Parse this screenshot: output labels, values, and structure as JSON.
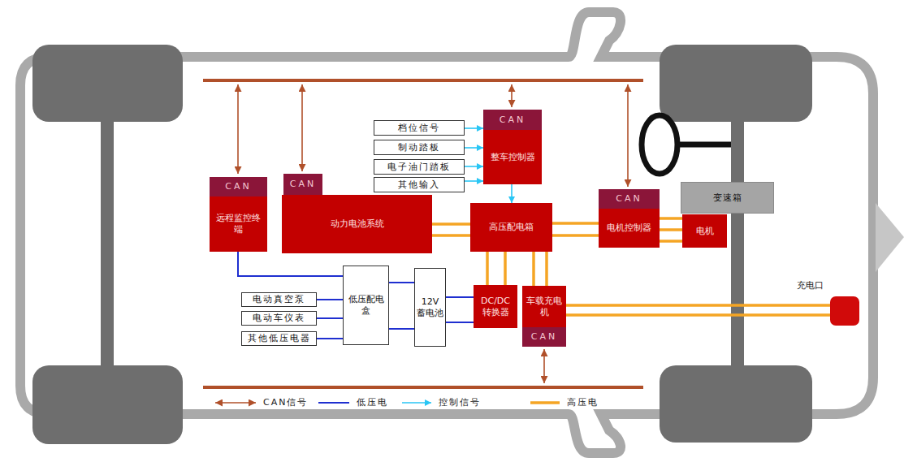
{
  "diagram": {
    "nodes": [
      {
        "text": [
          "档位信号"
        ]
      },
      {
        "text": [
          "制动踏板"
        ]
      },
      {
        "text": [
          "电子油门踏板"
        ]
      },
      {
        "text": [
          "其他输入"
        ]
      },
      {
        "text": [
          "CAN",
          "整车控制器"
        ]
      },
      {
        "text": [
          "CAN",
          "远程监控终端"
        ]
      },
      {
        "text": [
          "CAN",
          "动力电池系统"
        ]
      },
      {
        "text": [
          "CAN",
          "电机控制器"
        ]
      },
      {
        "text": [
          "变速箱"
        ]
      },
      {
        "text": [
          "高压配电箱"
        ]
      },
      {
        "text": [
          "电机"
        ]
      },
      {
        "text": [
          "充电口"
        ]
      },
      {
        "text": [
          "低压配电盒"
        ]
      },
      {
        "text": [
          "12V 蓄电池"
        ]
      },
      {
        "text": [
          "DC/DC 转换器"
        ]
      },
      {
        "text": [
          "车载充电机",
          "CAN"
        ]
      },
      {
        "text": [
          "电动真空泵"
        ]
      },
      {
        "text": [
          "电动车仪表"
        ]
      },
      {
        "text": [
          "其他低压电器"
        ]
      }
    ],
    "edges": [
      {
        "from": 0,
        "to": 4,
        "arrow": "to"
      },
      {
        "from": 1,
        "to": 4,
        "arrow": "to"
      },
      {
        "from": 2,
        "to": 4,
        "arrow": "to"
      },
      {
        "from": 3,
        "to": 4,
        "arrow": "to"
      },
      {
        "from": 4,
        "to": 9,
        "arrow": "to"
      },
      {
        "from": 6,
        "to": 9,
        "arrow": "none"
      },
      {
        "from": 6,
        "to": 9,
        "arrow": "none"
      },
      {
        "from": 9,
        "to": 7,
        "arrow": "none"
      },
      {
        "from": 9,
        "to": 7,
        "arrow": "none"
      },
      {
        "from": 7,
        "to": 10,
        "arrow": "none"
      },
      {
        "from": 7,
        "to": 10,
        "arrow": "none"
      },
      {
        "from": 7,
        "to": 10,
        "arrow": "none"
      },
      {
        "from": 9,
        "to": 14,
        "arrow": "none"
      },
      {
        "from": 9,
        "to": 14,
        "arrow": "none"
      },
      {
        "from": 9,
        "to": 15,
        "arrow": "none"
      },
      {
        "from": 9,
        "to": 15,
        "arrow": "none"
      },
      {
        "from": 15,
        "to": 11,
        "arrow": "none"
      },
      {
        "from": 15,
        "to": 11,
        "arrow": "none"
      },
      {
        "from": 5,
        "to": 12,
        "arrow": "none"
      },
      {
        "from": 16,
        "to": 12,
        "arrow": "none"
      },
      {
        "from": 17,
        "to": 12,
        "arrow": "none"
      },
      {
        "from": 18,
        "to": 12,
        "arrow": "none"
      },
      {
        "from": 12,
        "to": 13,
        "arrow": "none"
      },
      {
        "from": 12,
        "to": 13,
        "arrow": "none"
      },
      {
        "from": 13,
        "to": 14,
        "arrow": "none"
      },
      {
        "from": 13,
        "to": 14,
        "arrow": "none"
      }
    ],
    "legend": [
      {
        "text": "CAN信号"
      },
      {
        "text": "低压电"
      },
      {
        "text": "控制信号"
      },
      {
        "text": "高压电"
      }
    ]
  }
}
